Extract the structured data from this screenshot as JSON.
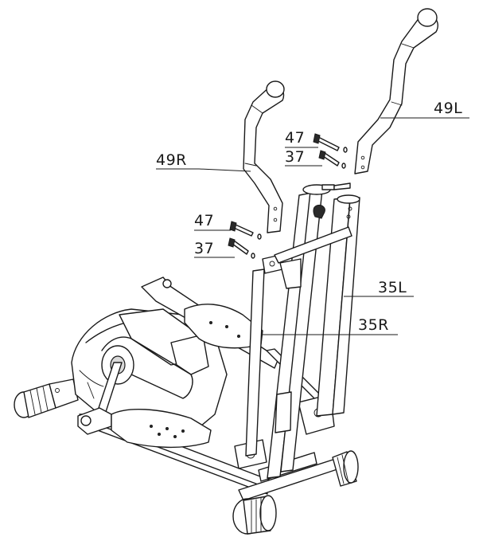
{
  "callouts": {
    "handlebar_left": "49L",
    "handlebar_right": "49R",
    "bolt_upper_right": "47",
    "washer_upper_right": "37",
    "bolt_lower_left": "47",
    "washer_lower_left": "37",
    "upright_left": "35L",
    "upright_right": "35R"
  }
}
